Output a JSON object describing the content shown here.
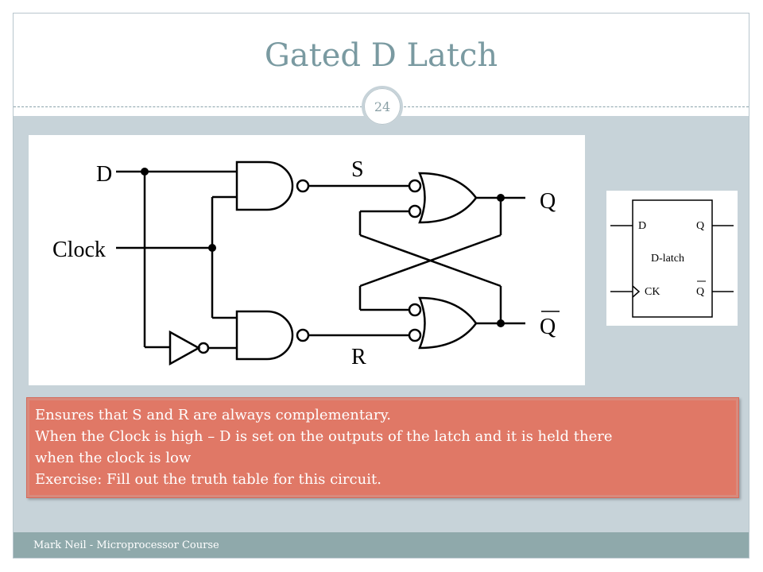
{
  "slide": {
    "title": "Gated D Latch",
    "page_number": "24",
    "footer": "Mark Neil - Microprocessor Course"
  },
  "circuit": {
    "labels": {
      "d": "D",
      "clock": "Clock",
      "s": "S",
      "r": "R",
      "q": "Q",
      "q_bar": "Q"
    }
  },
  "latch_symbol": {
    "d": "D",
    "q": "Q",
    "name": "D-latch",
    "ck": "CK",
    "q_bar": "Q"
  },
  "notes": {
    "lines": [
      "Ensures that S and R are always complementary.",
      "When the Clock is high – D is set on the outputs of the latch and it is held there",
      "when the clock is low",
      "Exercise: Fill out the truth table for this circuit."
    ]
  }
}
